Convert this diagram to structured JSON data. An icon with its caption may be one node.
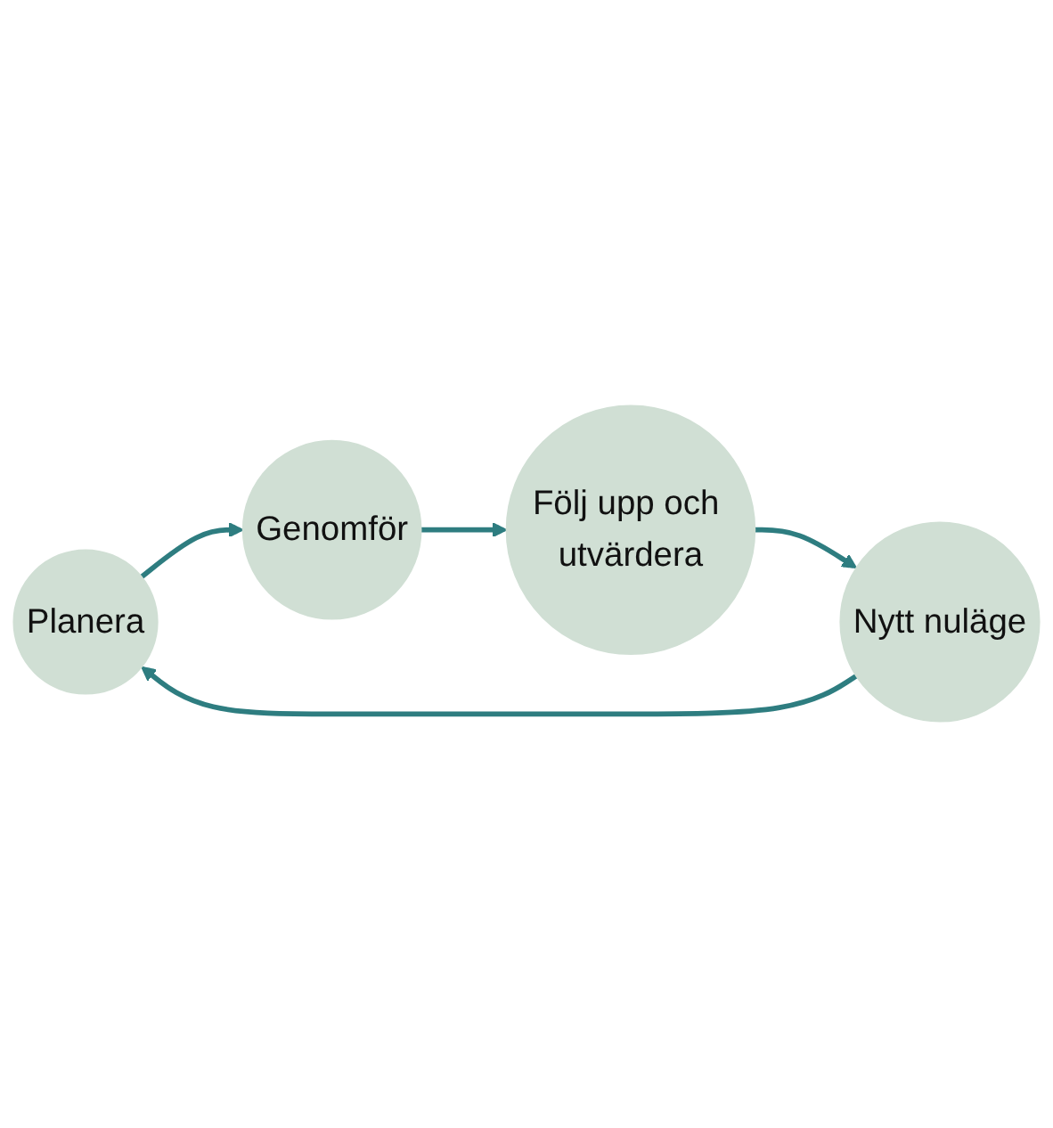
{
  "diagram": {
    "nodes": [
      {
        "text": [
          "Planera"
        ]
      },
      {
        "text": [
          "Genomför"
        ]
      },
      {
        "text": [
          "Följ upp och utvärdera"
        ]
      },
      {
        "text": [
          "Nytt nuläge"
        ]
      }
    ],
    "edges": [
      {
        "from": 0,
        "to": 1,
        "arrow": "to"
      },
      {
        "from": 1,
        "to": 2,
        "arrow": "to"
      },
      {
        "from": 2,
        "to": 3,
        "arrow": "to"
      },
      {
        "from": 3,
        "to": 0,
        "arrow": "to"
      }
    ]
  }
}
